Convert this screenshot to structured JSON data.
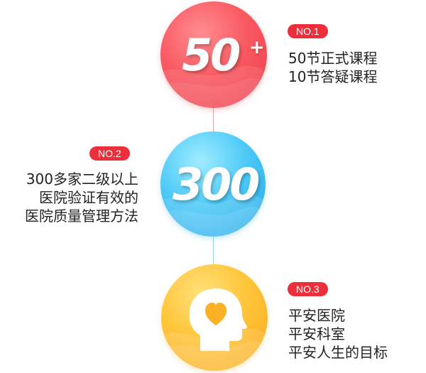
{
  "items": [
    {
      "number": "50",
      "suffix": "+",
      "badge": "NO.1",
      "lines": [
        "50节正式课程",
        "10节答疑课程"
      ],
      "color": "#f95a62"
    },
    {
      "number": "300",
      "badge": "NO.2",
      "lines": [
        "300多家二级以上",
        "医院验证有效的",
        "医院质量管理方法"
      ],
      "color": "#4fcaf7"
    },
    {
      "icon": "head-heart-icon",
      "badge": "NO.3",
      "lines": [
        "平安医院",
        "平安科室",
        "平安人生的目标"
      ],
      "color": "#ffc53a"
    }
  ],
  "colors": {
    "badge": "#ec2f3b",
    "text": "#222222"
  }
}
